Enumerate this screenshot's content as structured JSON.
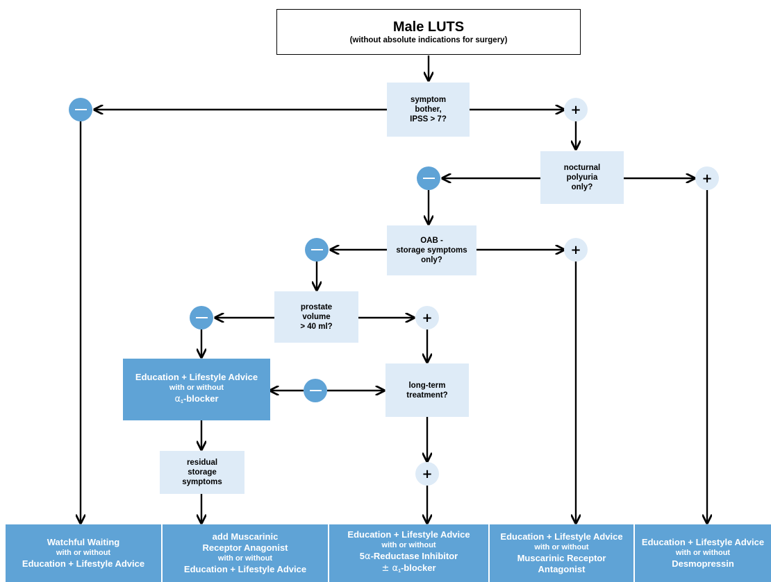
{
  "title": {
    "main": "Male LUTS",
    "sub": "(without absolute indications for surgery)"
  },
  "questions": {
    "q1": [
      "symptom",
      "bother,",
      "IPSS > 7?"
    ],
    "q2": [
      "nocturnal",
      "polyuria",
      "only?"
    ],
    "q3": [
      "OAB -",
      "storage symptoms",
      "only?"
    ],
    "q4": [
      "prostate",
      "volume",
      "> 40 ml?"
    ],
    "q5": [
      "long-term",
      "treatment?"
    ],
    "residual": [
      "residual",
      "storage",
      "symptoms"
    ]
  },
  "middle_box": {
    "line1": "Education + Lifestyle Advice",
    "line2": "with or without",
    "alpha": "α",
    "sub": "1",
    "line3": "-blocker"
  },
  "node_symbols": {
    "plus": "+"
  },
  "outcomes": {
    "o1": {
      "l1": "Watchful Waiting",
      "l2": "with or without",
      "l3": "Education + Lifestyle Advice"
    },
    "o2": {
      "l1": "add Muscarinic",
      "l2": "Receptor Anagonist",
      "l3": "with or without",
      "l4": "Education + Lifestyle Advice"
    },
    "o3": {
      "l1": "Education + Lifestyle Advice",
      "l2": "with or without",
      "l3a": "5",
      "l3b": "α",
      "l3c": "-Reductase Inhibitor",
      "l4a": "± ",
      "l4b": "α",
      "l4sub": "1",
      "l4c": "-blocker"
    },
    "o4": {
      "l1": "Education + Lifestyle Advice",
      "l2": "with or without",
      "l3": "Muscarinic Receptor",
      "l4": "Antagonist"
    },
    "o5": {
      "l1": "Education + Lifestyle Advice",
      "l2": "with or without",
      "l3": "Desmopressin"
    }
  },
  "colors": {
    "dark": "#5fa3d6",
    "light": "#deebf7",
    "line": "#000000"
  }
}
